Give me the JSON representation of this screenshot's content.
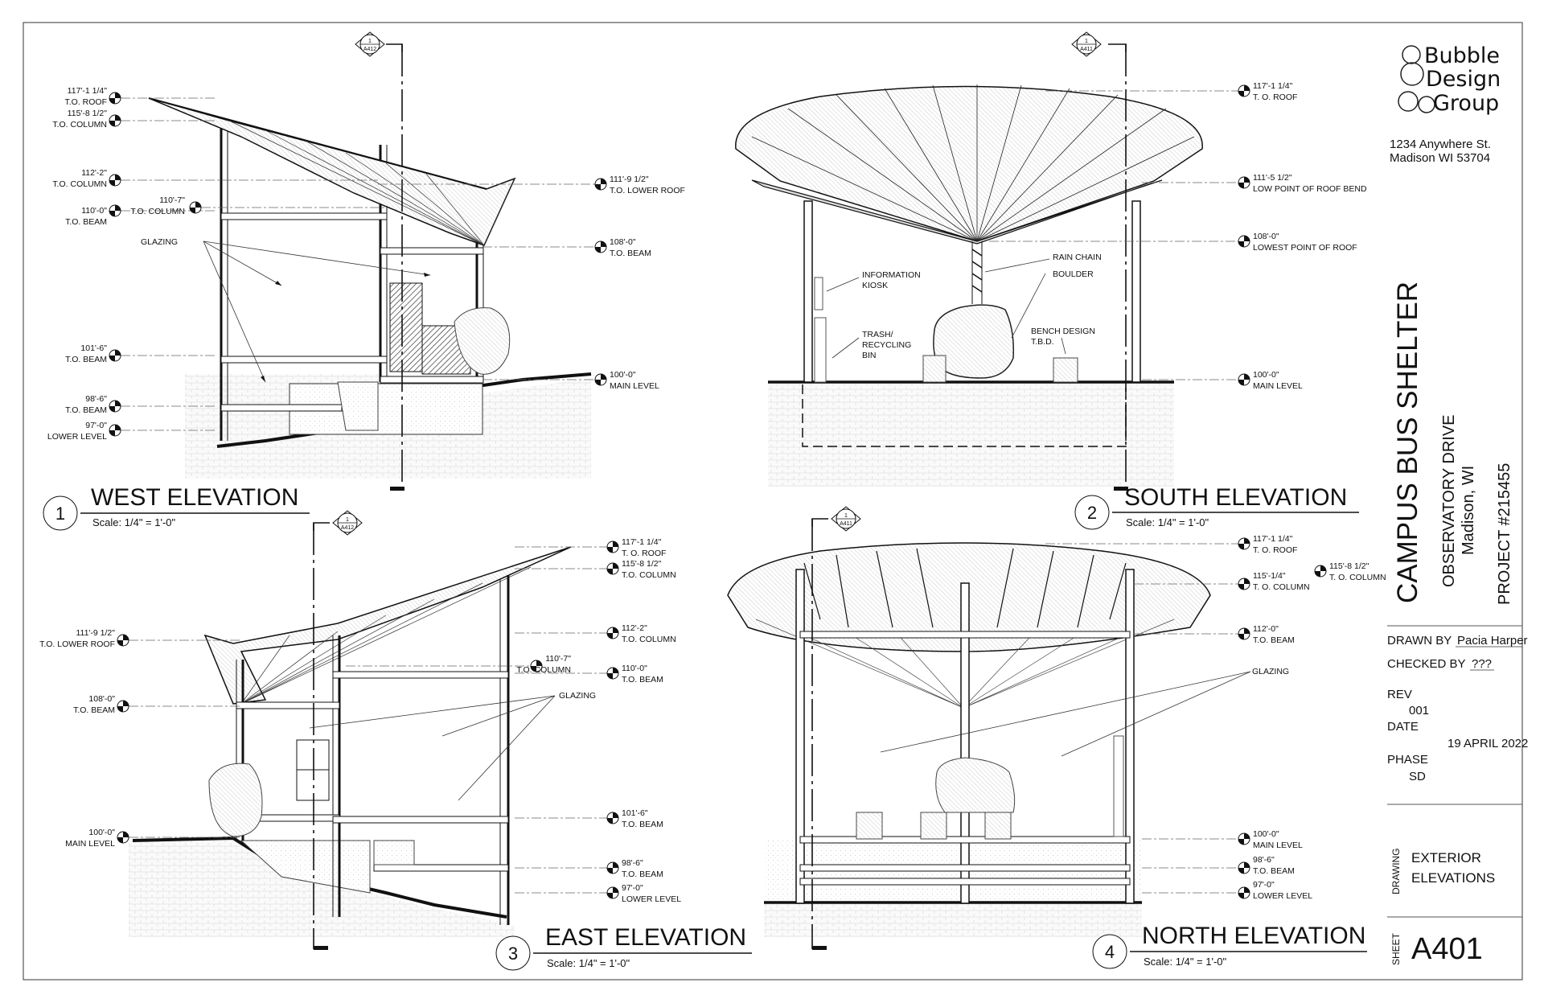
{
  "firm": {
    "name_lines": [
      "Bubble",
      "Design",
      "Group"
    ],
    "address_line1": "1234 Anywhere St.",
    "address_line2": "Madison WI 53704"
  },
  "project": {
    "title": "CAMPUS BUS SHELTER",
    "street": "OBSERVATORY DRIVE",
    "city": "Madison, WI",
    "number": "PROJECT #215455"
  },
  "titleblock": {
    "drawn_by_label": "DRAWN BY",
    "drawn_by": "Pacia Harper",
    "checked_by_label": "CHECKED BY",
    "checked_by": "???",
    "rev_label": "REV",
    "rev": "001",
    "date_label": "DATE",
    "date": "19 APRIL 2022",
    "phase_label": "PHASE",
    "phase": "SD",
    "drawing_label": "DRAWING",
    "drawing_line1": "EXTERIOR",
    "drawing_line2": "ELEVATIONS",
    "sheet_label": "SHEET",
    "sheet": "A401"
  },
  "views": [
    {
      "num": "1",
      "title": "WEST ELEVATION",
      "scale": "Scale:  1/4\" = 1'-0\""
    },
    {
      "num": "2",
      "title": "SOUTH ELEVATION",
      "scale": "Scale:  1/4\" = 1'-0\""
    },
    {
      "num": "3",
      "title": "EAST ELEVATION",
      "scale": "Scale:  1/4\" = 1'-0\""
    },
    {
      "num": "4",
      "title": "NORTH ELEVATION",
      "scale": "Scale:  1/4\" = 1'-0\""
    }
  ],
  "section_marks": {
    "west": {
      "num": "1",
      "sheet": "A412"
    },
    "south": {
      "num": "1",
      "sheet": "A411"
    },
    "east": {
      "num": "1",
      "sheet": "A412"
    },
    "north": {
      "num": "1",
      "sheet": "A411"
    }
  },
  "west_levels": [
    {
      "value": "117'-1 1/4\"",
      "name": "T.O. ROOF"
    },
    {
      "value": "115'-8 1/2\"",
      "name": "T.O. COLUMN"
    },
    {
      "value": "112'-2\"",
      "name": "T.O. COLUMN"
    },
    {
      "value": "110'-0\"",
      "name": "T.O. BEAM"
    },
    {
      "value": "110'-7\"",
      "name": "T.O. COLUMN"
    },
    {
      "value": "111'-9 1/2\"",
      "name": "T.O. LOWER ROOF"
    },
    {
      "value": "108'-0\"",
      "name": "T.O. BEAM"
    },
    {
      "value": "101'-6\"",
      "name": "T.O. BEAM"
    },
    {
      "value": "100'-0\"",
      "name": "MAIN LEVEL"
    },
    {
      "value": "98'-6\"",
      "name": "T.O. BEAM"
    },
    {
      "value": "97'-0\"",
      "name": "LOWER LEVEL"
    }
  ],
  "south_levels": [
    {
      "value": "117'-1 1/4\"",
      "name": "T. O. ROOF"
    },
    {
      "value": "111'-5 1/2\"",
      "name": "LOW POINT OF ROOF BEND"
    },
    {
      "value": "108'-0\"",
      "name": "LOWEST POINT OF ROOF"
    },
    {
      "value": "100'-0\"",
      "name": "MAIN LEVEL"
    }
  ],
  "east_levels": [
    {
      "value": "117'-1 1/4\"",
      "name": "T. O. ROOF"
    },
    {
      "value": "115'-8 1/2\"",
      "name": "T.O. COLUMN"
    },
    {
      "value": "111'-9 1/2\"",
      "name": "T.O. LOWER ROOF"
    },
    {
      "value": "112'-2\"",
      "name": "T.O. COLUMN"
    },
    {
      "value": "110'-7\"",
      "name": "T.O. COLUMN"
    },
    {
      "value": "110'-0\"",
      "name": "T.O. BEAM"
    },
    {
      "value": "108'-0\"",
      "name": "T.O. BEAM"
    },
    {
      "value": "101'-6\"",
      "name": "T.O. BEAM"
    },
    {
      "value": "100'-0\"",
      "name": "MAIN LEVEL"
    },
    {
      "value": "98'-6\"",
      "name": "T.O. BEAM"
    },
    {
      "value": "97'-0\"",
      "name": "LOWER LEVEL"
    }
  ],
  "north_levels": [
    {
      "value": "117'-1 1/4\"",
      "name": "T. O. ROOF"
    },
    {
      "value": "115'-1/4\"",
      "name": "T. O. COLUMN"
    },
    {
      "value": "115'-8 1/2\"",
      "name": "T. O. COLUMN"
    },
    {
      "value": "112'-0\"",
      "name": "T.O. BEAM"
    },
    {
      "value": "100'-0\"",
      "name": "MAIN LEVEL"
    },
    {
      "value": "98'-6\"",
      "name": "T.O. BEAM"
    },
    {
      "value": "97'-0\"",
      "name": "LOWER LEVEL"
    }
  ],
  "notes": {
    "glazing": "GLAZING",
    "info_kiosk_1": "INFORMATION",
    "info_kiosk_2": "KIOSK",
    "trash_1": "TRASH/",
    "trash_2": "RECYCLING",
    "trash_3": "BIN",
    "rain_chain": "RAIN CHAIN",
    "boulder": "BOULDER",
    "bench_1": "BENCH DESIGN",
    "bench_2": "T.B.D."
  }
}
